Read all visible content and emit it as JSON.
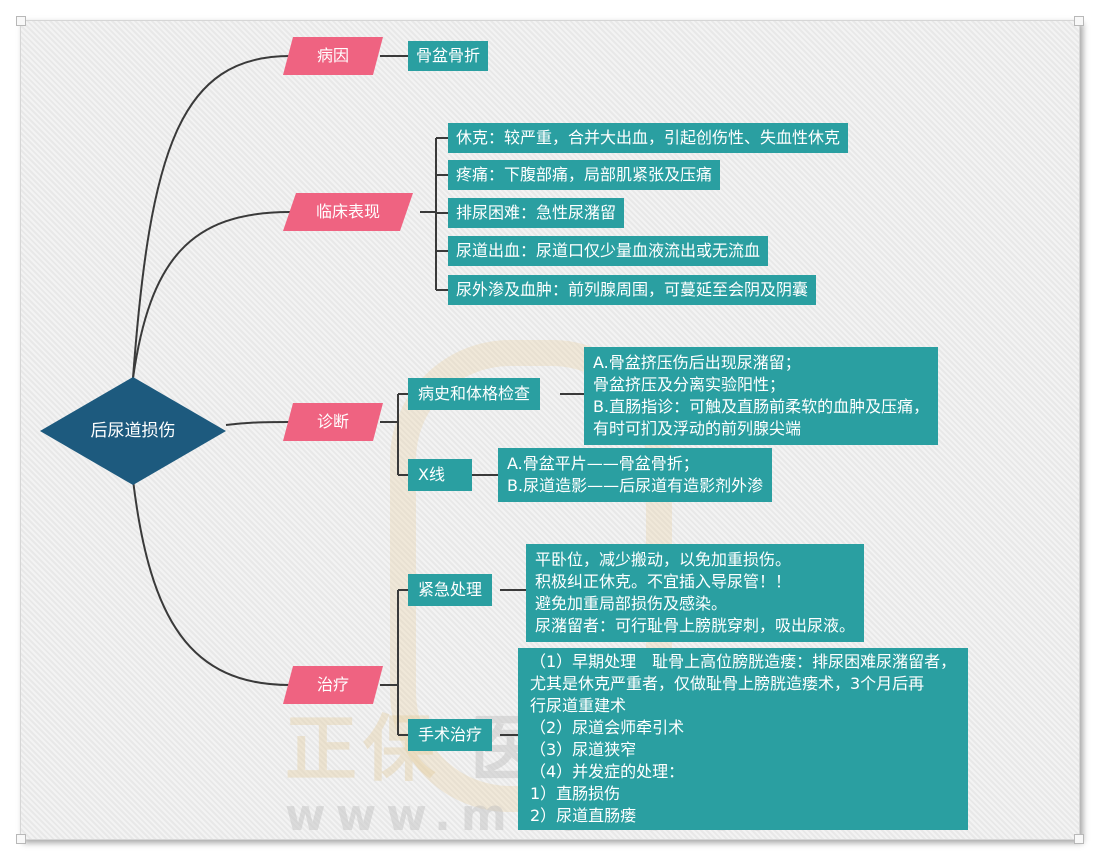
{
  "root": "后尿道损伤",
  "colors": {
    "root": "#1d5a7e",
    "category": "#ef6381",
    "box": "#2a9fa1",
    "line": "#3a3a3a"
  },
  "branches": {
    "cause": {
      "label": "病因",
      "items": [
        "骨盆骨折"
      ]
    },
    "clinical": {
      "label": "临床表现",
      "items": [
        "休克：较严重，合并大出血，引起创伤性、失血性休克",
        "疼痛：下腹部痛，局部肌紧张及压痛",
        "排尿困难：急性尿潴留",
        "尿道出血：尿道口仅少量血液流出或无流血",
        "尿外渗及血肿：前列腺周围，可蔓延至会阴及阴囊"
      ]
    },
    "diagnosis": {
      "label": "诊断",
      "history": {
        "label": "病史和体格检查",
        "lines": [
          "A.骨盆挤压伤后出现尿潴留；",
          "骨盆挤压及分离实验阳性；",
          "B.直肠指诊：可触及直肠前柔软的血肿及压痛，",
          "有时可扪及浮动的前列腺尖端"
        ]
      },
      "xray": {
        "label": "X线",
        "lines": [
          "A.骨盆平片——骨盆骨折；",
          "B.尿道造影——后尿道有造影剂外渗"
        ]
      }
    },
    "treatment": {
      "label": "治疗",
      "emergency": {
        "label": "紧急处理",
        "lines": [
          "平卧位，减少搬动，以免加重损伤。",
          "积极纠正休克。不宜插入导尿管！！",
          "避免加重局部损伤及感染。",
          "尿潴留者：可行耻骨上膀胱穿刺，吸出尿液。"
        ]
      },
      "surgery": {
        "label": "手术治疗",
        "lines": [
          "（1）早期处理　耻骨上高位膀胱造瘘：排尿困难尿潴留者，",
          "尤其是休克严重者，仅做耻骨上膀胱造瘘术，3个月后再",
          "行尿道重建术",
          "（2）尿道会师牵引术",
          "（3）尿道狭窄",
          "（4）并发症的处理：",
          "1）直肠损伤",
          "2）尿道直肠瘘"
        ]
      }
    }
  },
  "watermark": {
    "name_a": "正保",
    "name_b": "医学教育网",
    "url": "www.med66.com"
  }
}
